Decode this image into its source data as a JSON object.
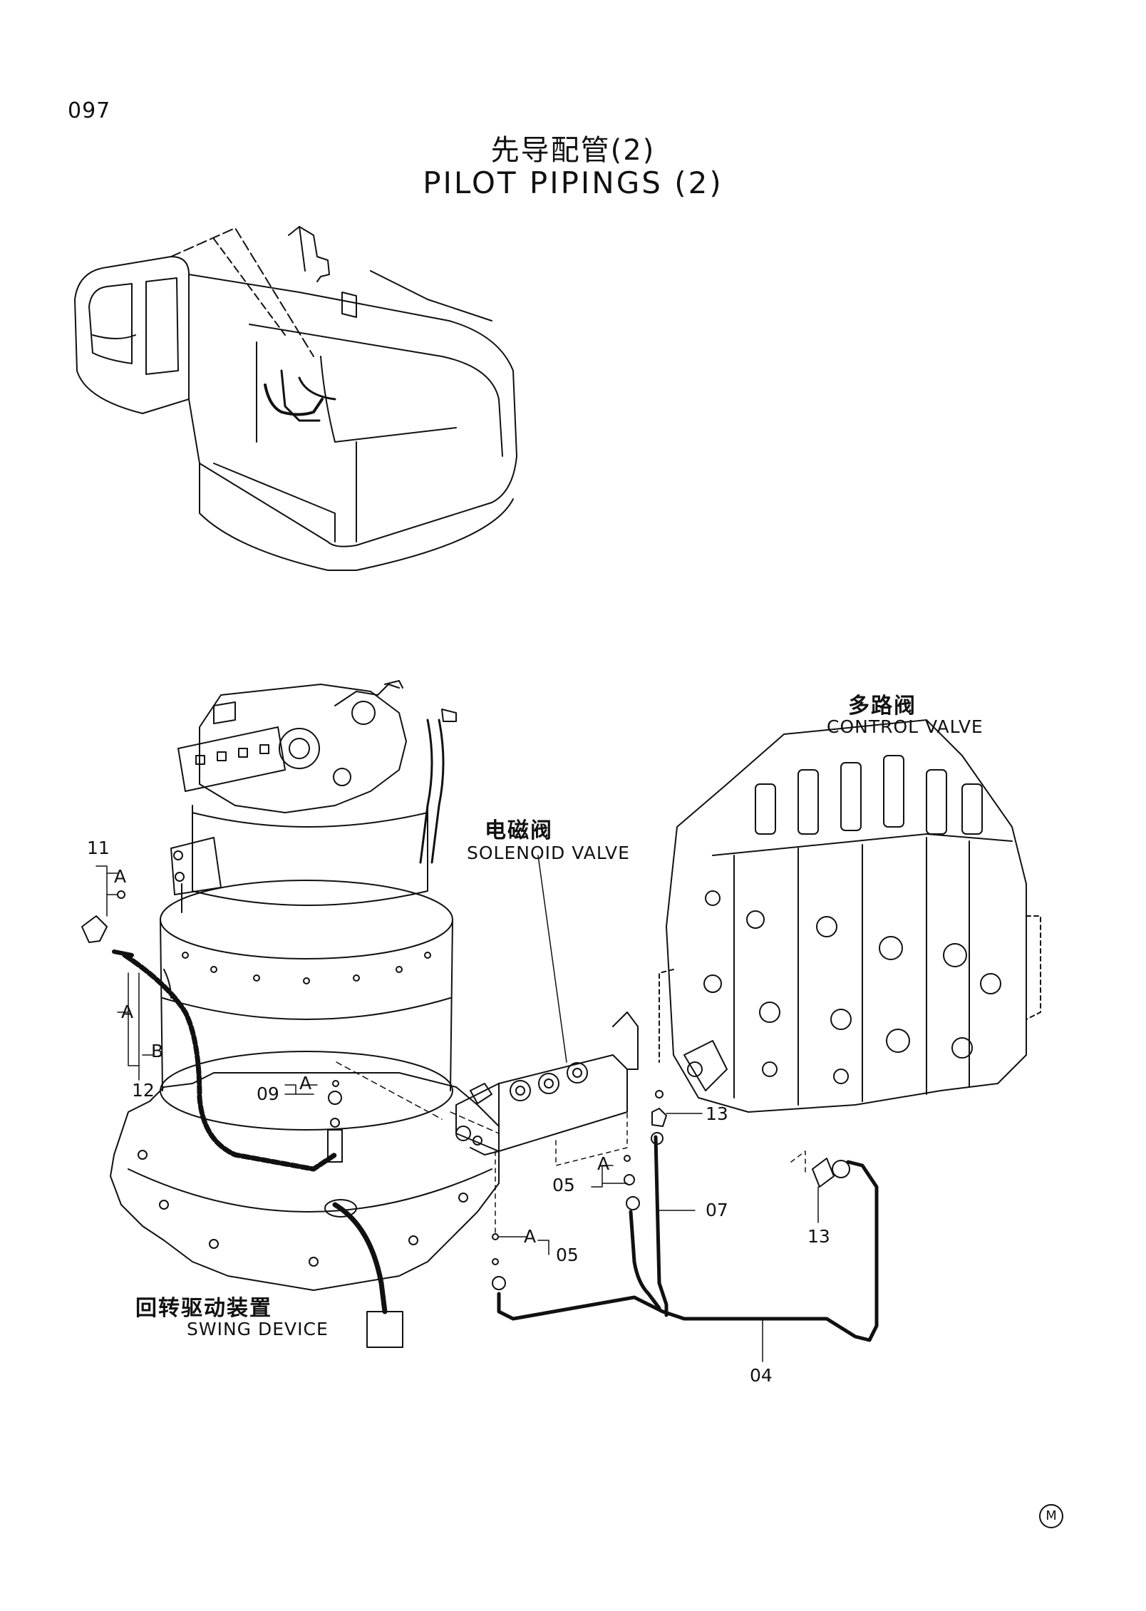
{
  "page_number": "097",
  "title_cn": "先导配管(2)",
  "title_en": "PILOT PIPINGS (2)",
  "components": {
    "control_valve": {
      "cn": "多路阀",
      "en": "CONTROL VALVE"
    },
    "solenoid_valve": {
      "cn": "电磁阀",
      "en": "SOLENOID VALVE"
    },
    "swing_device": {
      "cn": "回转驱动装置",
      "en": "SWING DEVICE"
    }
  },
  "parts": {
    "p11": "11",
    "p12": "12",
    "p09": "09",
    "p05a": "05",
    "p05b": "05",
    "p07": "07",
    "p13a": "13",
    "p13b": "13",
    "p04": "04"
  },
  "detail_letters": {
    "a1": "A",
    "a2": "A",
    "b1": "B",
    "a3": "A",
    "a4": "A",
    "a5": "A"
  },
  "footer_mark": "M"
}
